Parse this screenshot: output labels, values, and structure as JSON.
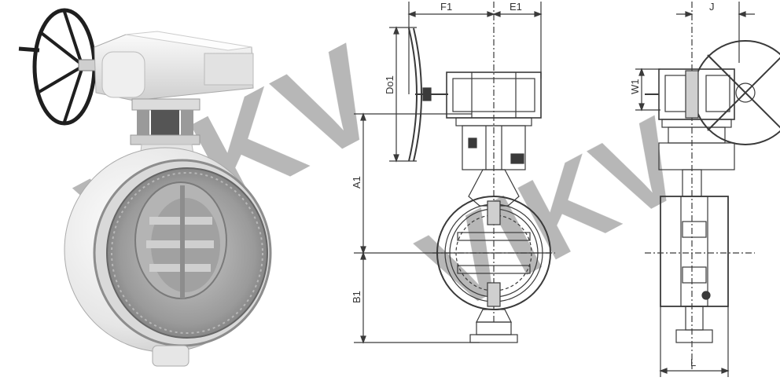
{
  "figure": {
    "watermark": "VIKV",
    "dimension_labels": {
      "f1": "F1",
      "e1": "E1",
      "do1": "Do1",
      "a1": "A1",
      "b1": "B1",
      "j": "J",
      "w1": "W1",
      "l": "L"
    }
  },
  "colors": {
    "line": "#3a3a3a",
    "body_white": "#f2f2f2",
    "shade": "#c9c9c9",
    "dark": "#222222",
    "watermark": "#f3f3f3"
  }
}
